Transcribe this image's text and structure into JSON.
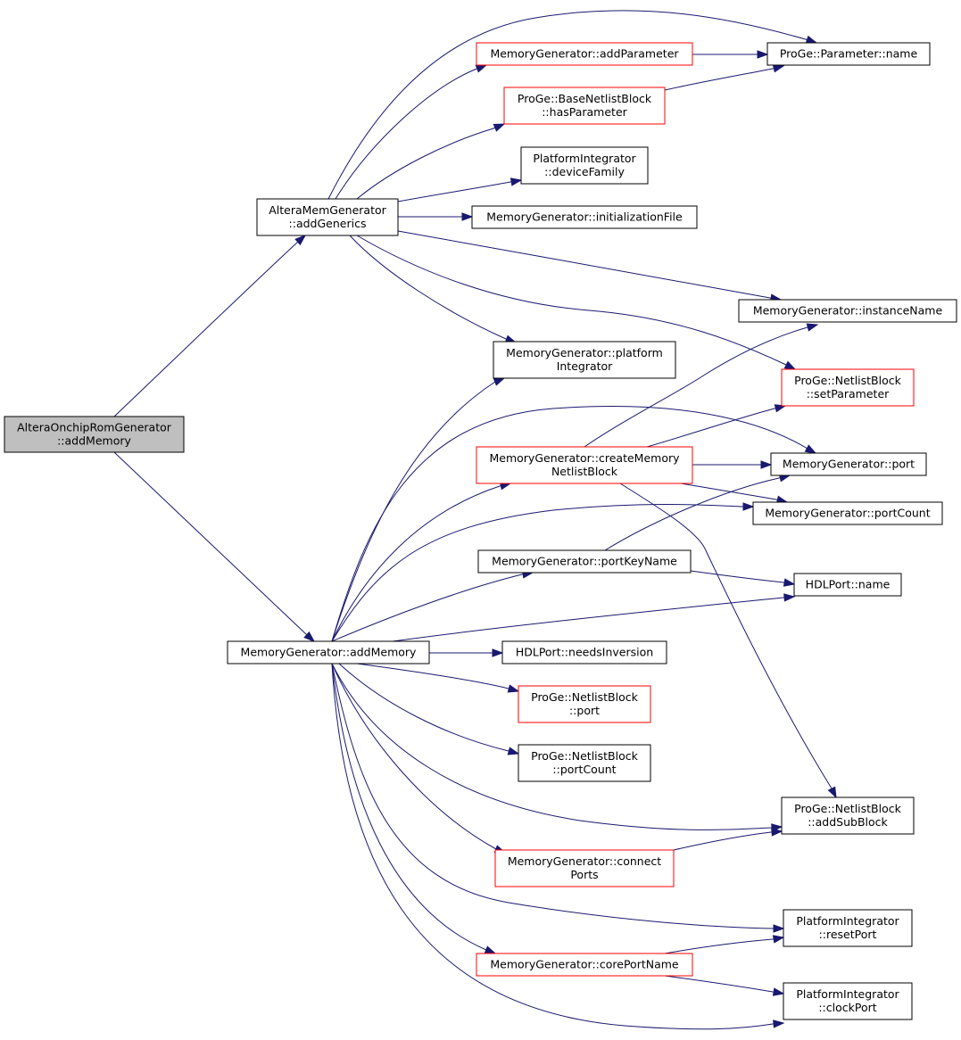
{
  "nodes": [
    {
      "id": "root",
      "lines": [
        "AlteraOnchipRomGenerator",
        "::addMemory"
      ],
      "style": "root"
    },
    {
      "id": "addGenerics",
      "lines": [
        "AlteraMemGenerator",
        "::addGenerics"
      ],
      "style": "normal"
    },
    {
      "id": "addMemoryMG",
      "lines": [
        "MemoryGenerator::addMemory"
      ],
      "style": "normal"
    },
    {
      "id": "addParameter",
      "lines": [
        "MemoryGenerator::addParameter"
      ],
      "style": "red"
    },
    {
      "id": "hasParameter",
      "lines": [
        "ProGe::BaseNetlistBlock",
        "::hasParameter"
      ],
      "style": "red"
    },
    {
      "id": "deviceFamily",
      "lines": [
        "PlatformIntegrator",
        "::deviceFamily"
      ],
      "style": "normal"
    },
    {
      "id": "initializationFile",
      "lines": [
        "MemoryGenerator::initializationFile"
      ],
      "style": "normal"
    },
    {
      "id": "paramName",
      "lines": [
        "ProGe::Parameter::name"
      ],
      "style": "normal"
    },
    {
      "id": "instanceName",
      "lines": [
        "MemoryGenerator::instanceName"
      ],
      "style": "normal"
    },
    {
      "id": "platformIntegrator",
      "lines": [
        "MemoryGenerator::platform",
        "Integrator"
      ],
      "style": "normal"
    },
    {
      "id": "setParameter",
      "lines": [
        "ProGe::NetlistBlock",
        "::setParameter"
      ],
      "style": "red"
    },
    {
      "id": "createMemoryNetlistBlock",
      "lines": [
        "MemoryGenerator::createMemory",
        "NetlistBlock"
      ],
      "style": "red"
    },
    {
      "id": "mgPort",
      "lines": [
        "MemoryGenerator::port"
      ],
      "style": "normal"
    },
    {
      "id": "mgPortCount",
      "lines": [
        "MemoryGenerator::portCount"
      ],
      "style": "normal"
    },
    {
      "id": "portKeyName",
      "lines": [
        "MemoryGenerator::portKeyName"
      ],
      "style": "normal"
    },
    {
      "id": "hdlPortName",
      "lines": [
        "HDLPort::name"
      ],
      "style": "normal"
    },
    {
      "id": "needsInversion",
      "lines": [
        "HDLPort::needsInversion"
      ],
      "style": "normal"
    },
    {
      "id": "nbPort",
      "lines": [
        "ProGe::NetlistBlock",
        "::port"
      ],
      "style": "red"
    },
    {
      "id": "nbPortCount",
      "lines": [
        "ProGe::NetlistBlock",
        "::portCount"
      ],
      "style": "normal"
    },
    {
      "id": "addSubBlock",
      "lines": [
        "ProGe::NetlistBlock",
        "::addSubBlock"
      ],
      "style": "normal"
    },
    {
      "id": "connectPorts",
      "lines": [
        "MemoryGenerator::connect",
        "Ports"
      ],
      "style": "red"
    },
    {
      "id": "resetPort",
      "lines": [
        "PlatformIntegrator",
        "::resetPort"
      ],
      "style": "normal"
    },
    {
      "id": "corePortName",
      "lines": [
        "MemoryGenerator::corePortName"
      ],
      "style": "red"
    },
    {
      "id": "clockPort",
      "lines": [
        "PlatformIntegrator",
        "::clockPort"
      ],
      "style": "normal"
    }
  ],
  "edges": [
    {
      "from": "root",
      "to": "addGenerics"
    },
    {
      "from": "root",
      "to": "addMemoryMG"
    },
    {
      "from": "addGenerics",
      "to": "paramName"
    },
    {
      "from": "addGenerics",
      "to": "addParameter"
    },
    {
      "from": "addGenerics",
      "to": "hasParameter"
    },
    {
      "from": "addGenerics",
      "to": "deviceFamily"
    },
    {
      "from": "addGenerics",
      "to": "initializationFile"
    },
    {
      "from": "addGenerics",
      "to": "instanceName"
    },
    {
      "from": "addGenerics",
      "to": "setParameter"
    },
    {
      "from": "addGenerics",
      "to": "platformIntegrator"
    },
    {
      "from": "addParameter",
      "to": "paramName"
    },
    {
      "from": "hasParameter",
      "to": "paramName"
    },
    {
      "from": "addMemoryMG",
      "to": "platformIntegrator"
    },
    {
      "from": "addMemoryMG",
      "to": "mgPort"
    },
    {
      "from": "addMemoryMG",
      "to": "createMemoryNetlistBlock"
    },
    {
      "from": "addMemoryMG",
      "to": "mgPortCount"
    },
    {
      "from": "addMemoryMG",
      "to": "portKeyName"
    },
    {
      "from": "addMemoryMG",
      "to": "hdlPortName"
    },
    {
      "from": "addMemoryMG",
      "to": "needsInversion"
    },
    {
      "from": "addMemoryMG",
      "to": "nbPort"
    },
    {
      "from": "addMemoryMG",
      "to": "nbPortCount"
    },
    {
      "from": "addMemoryMG",
      "to": "addSubBlock"
    },
    {
      "from": "addMemoryMG",
      "to": "connectPorts"
    },
    {
      "from": "addMemoryMG",
      "to": "resetPort"
    },
    {
      "from": "addMemoryMG",
      "to": "corePortName"
    },
    {
      "from": "addMemoryMG",
      "to": "clockPort"
    },
    {
      "from": "createMemoryNetlistBlock",
      "to": "instanceName"
    },
    {
      "from": "createMemoryNetlistBlock",
      "to": "setParameter"
    },
    {
      "from": "createMemoryNetlistBlock",
      "to": "mgPort"
    },
    {
      "from": "createMemoryNetlistBlock",
      "to": "mgPortCount"
    },
    {
      "from": "createMemoryNetlistBlock",
      "to": "addSubBlock"
    },
    {
      "from": "portKeyName",
      "to": "mgPort"
    },
    {
      "from": "portKeyName",
      "to": "hdlPortName"
    },
    {
      "from": "connectPorts",
      "to": "addSubBlock"
    },
    {
      "from": "corePortName",
      "to": "resetPort"
    },
    {
      "from": "corePortName",
      "to": "clockPort"
    }
  ],
  "colors": {
    "edge": "#191970",
    "highlight_border": "#ff0000",
    "normal_border": "#000000",
    "root_fill": "#bfbfbf"
  }
}
